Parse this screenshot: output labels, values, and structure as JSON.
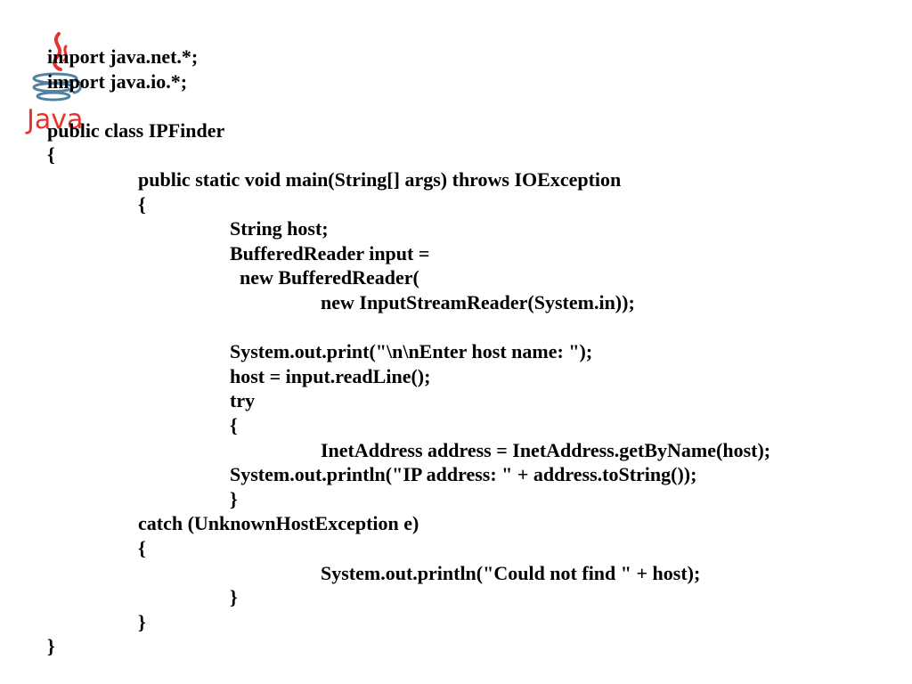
{
  "logo": {
    "icon": "java-logo-icon",
    "word": "Java",
    "brand_colors": {
      "cup": "#5382a1",
      "steam": "#e8312b",
      "word": "#e8312b"
    }
  },
  "code": {
    "lines": [
      {
        "text": "import java.net.*;",
        "indent": 0
      },
      {
        "text": "import java.io.*;",
        "indent": 0
      },
      {
        "text": "",
        "indent": 0
      },
      {
        "text": "public class IPFinder",
        "indent": 0
      },
      {
        "text": "{",
        "indent": 0
      },
      {
        "text": "public static void main(String[] args) throws IOException",
        "indent": 1
      },
      {
        "text": "{",
        "indent": 1
      },
      {
        "text": "String host;",
        "indent": 2
      },
      {
        "text": "BufferedReader input =",
        "indent": 2
      },
      {
        "text": "  new BufferedReader(",
        "indent": 2
      },
      {
        "text": "new InputStreamReader(System.in));",
        "indent": 3
      },
      {
        "text": "",
        "indent": 0
      },
      {
        "text": "System.out.print(\"\\n\\nEnter host name: \");",
        "indent": 2
      },
      {
        "text": "host = input.readLine();",
        "indent": 2
      },
      {
        "text": "try",
        "indent": 2
      },
      {
        "text": "{",
        "indent": 2
      },
      {
        "text": "InetAddress address = InetAddress.getByName(host);",
        "indent": 3
      },
      {
        "text": "System.out.println(\"IP address: \" + address.toString());",
        "indent": 2
      },
      {
        "text": "}",
        "indent": 2
      },
      {
        "text": "catch (UnknownHostException e)",
        "indent": 1
      },
      {
        "text": "{",
        "indent": 1
      },
      {
        "text": "System.out.println(\"Could not find \" + host);",
        "indent": 3
      },
      {
        "text": "}",
        "indent": 2
      },
      {
        "text": "}",
        "indent": 1
      },
      {
        "text": "}",
        "indent": 0
      }
    ]
  }
}
